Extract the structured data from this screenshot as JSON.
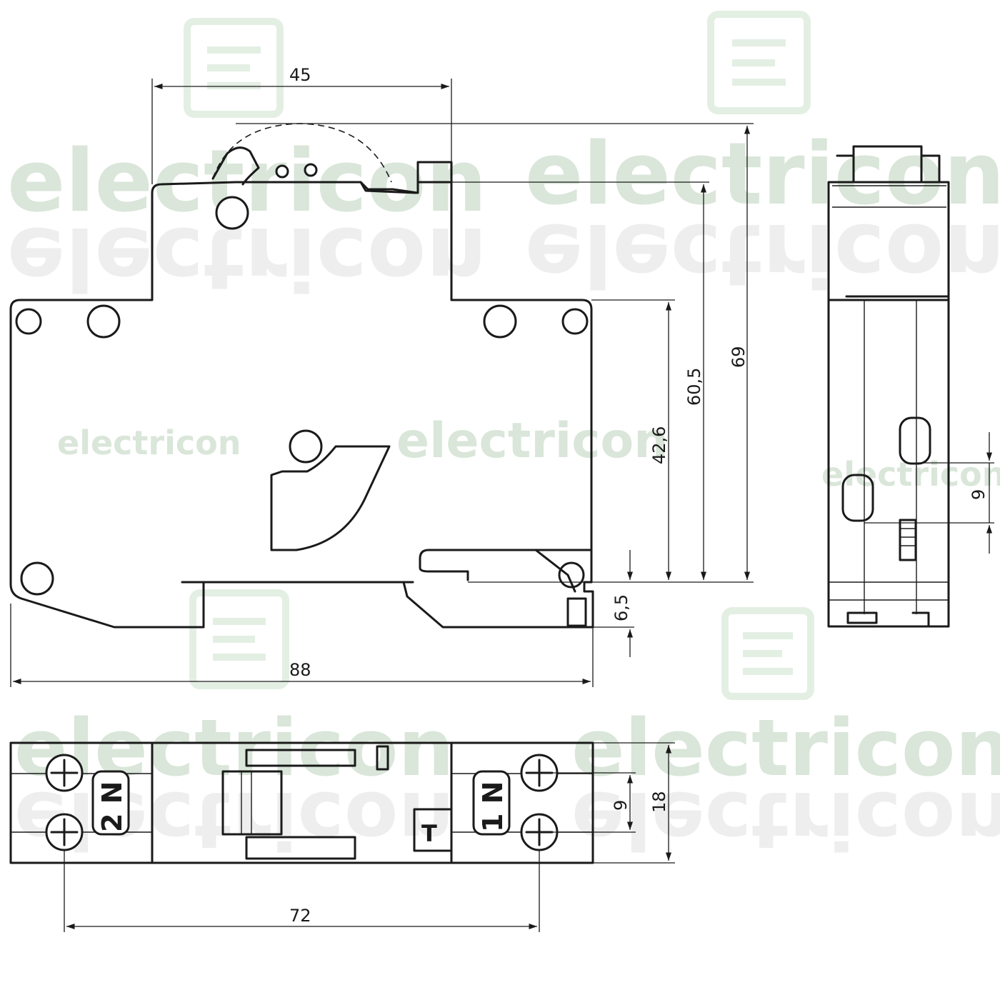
{
  "watermark": {
    "brand": "electricon"
  },
  "dimensions": {
    "width_top": "45",
    "height_total": "69",
    "height_body": "60,5",
    "height_front": "42,6",
    "rail_offset": "6,5",
    "width_total": "88",
    "side_pitch": "9",
    "bottom_pitch": "9",
    "bottom_width": "18",
    "terminal_spacing": "72"
  },
  "terminals": {
    "left_label": "2 N",
    "right_label": "1 N",
    "test_button": "T"
  },
  "colors": {
    "line": "#1a1a1a",
    "watermark_green": "#d9e6d9",
    "watermark_grey": "#eeeeee"
  }
}
